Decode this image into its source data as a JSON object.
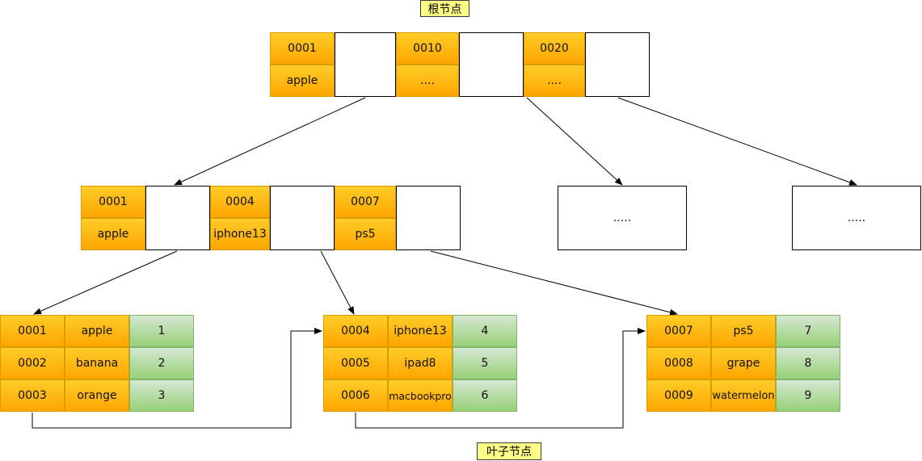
{
  "labels": {
    "root": "根节点",
    "leaf": "叶子节点"
  },
  "root": {
    "keys": [
      {
        "id": "0001",
        "value": "apple"
      },
      {
        "id": "0010",
        "value": "...."
      },
      {
        "id": "0020",
        "value": "...."
      }
    ]
  },
  "internal": {
    "keys": [
      {
        "id": "0001",
        "value": "apple"
      },
      {
        "id": "0004",
        "value": "iphone13"
      },
      {
        "id": "0007",
        "value": "ps5"
      }
    ],
    "placeholders": [
      ".....",
      "....."
    ]
  },
  "leaves": [
    {
      "rows": [
        {
          "id": "0001",
          "name": "apple",
          "data": "1"
        },
        {
          "id": "0002",
          "name": "banana",
          "data": "2"
        },
        {
          "id": "0003",
          "name": "orange",
          "data": "3"
        }
      ]
    },
    {
      "rows": [
        {
          "id": "0004",
          "name": "iphone13",
          "data": "4"
        },
        {
          "id": "0005",
          "name": "ipad8",
          "data": "5"
        },
        {
          "id": "0006",
          "name": "macbookpro",
          "data": "6"
        }
      ]
    },
    {
      "rows": [
        {
          "id": "0007",
          "name": "ps5",
          "data": "7"
        },
        {
          "id": "0008",
          "name": "grape",
          "data": "8"
        },
        {
          "id": "0009",
          "name": "watermelon",
          "data": "9"
        }
      ]
    }
  ],
  "colors": {
    "key_fill_top": "#ffcd28",
    "key_fill_bottom": "#ffa500",
    "key_border": "#d79b00",
    "data_fill_top": "#d5e8d4",
    "data_fill_bottom": "#97d077",
    "data_border": "#82b366",
    "label_fill": "#ffff88"
  }
}
